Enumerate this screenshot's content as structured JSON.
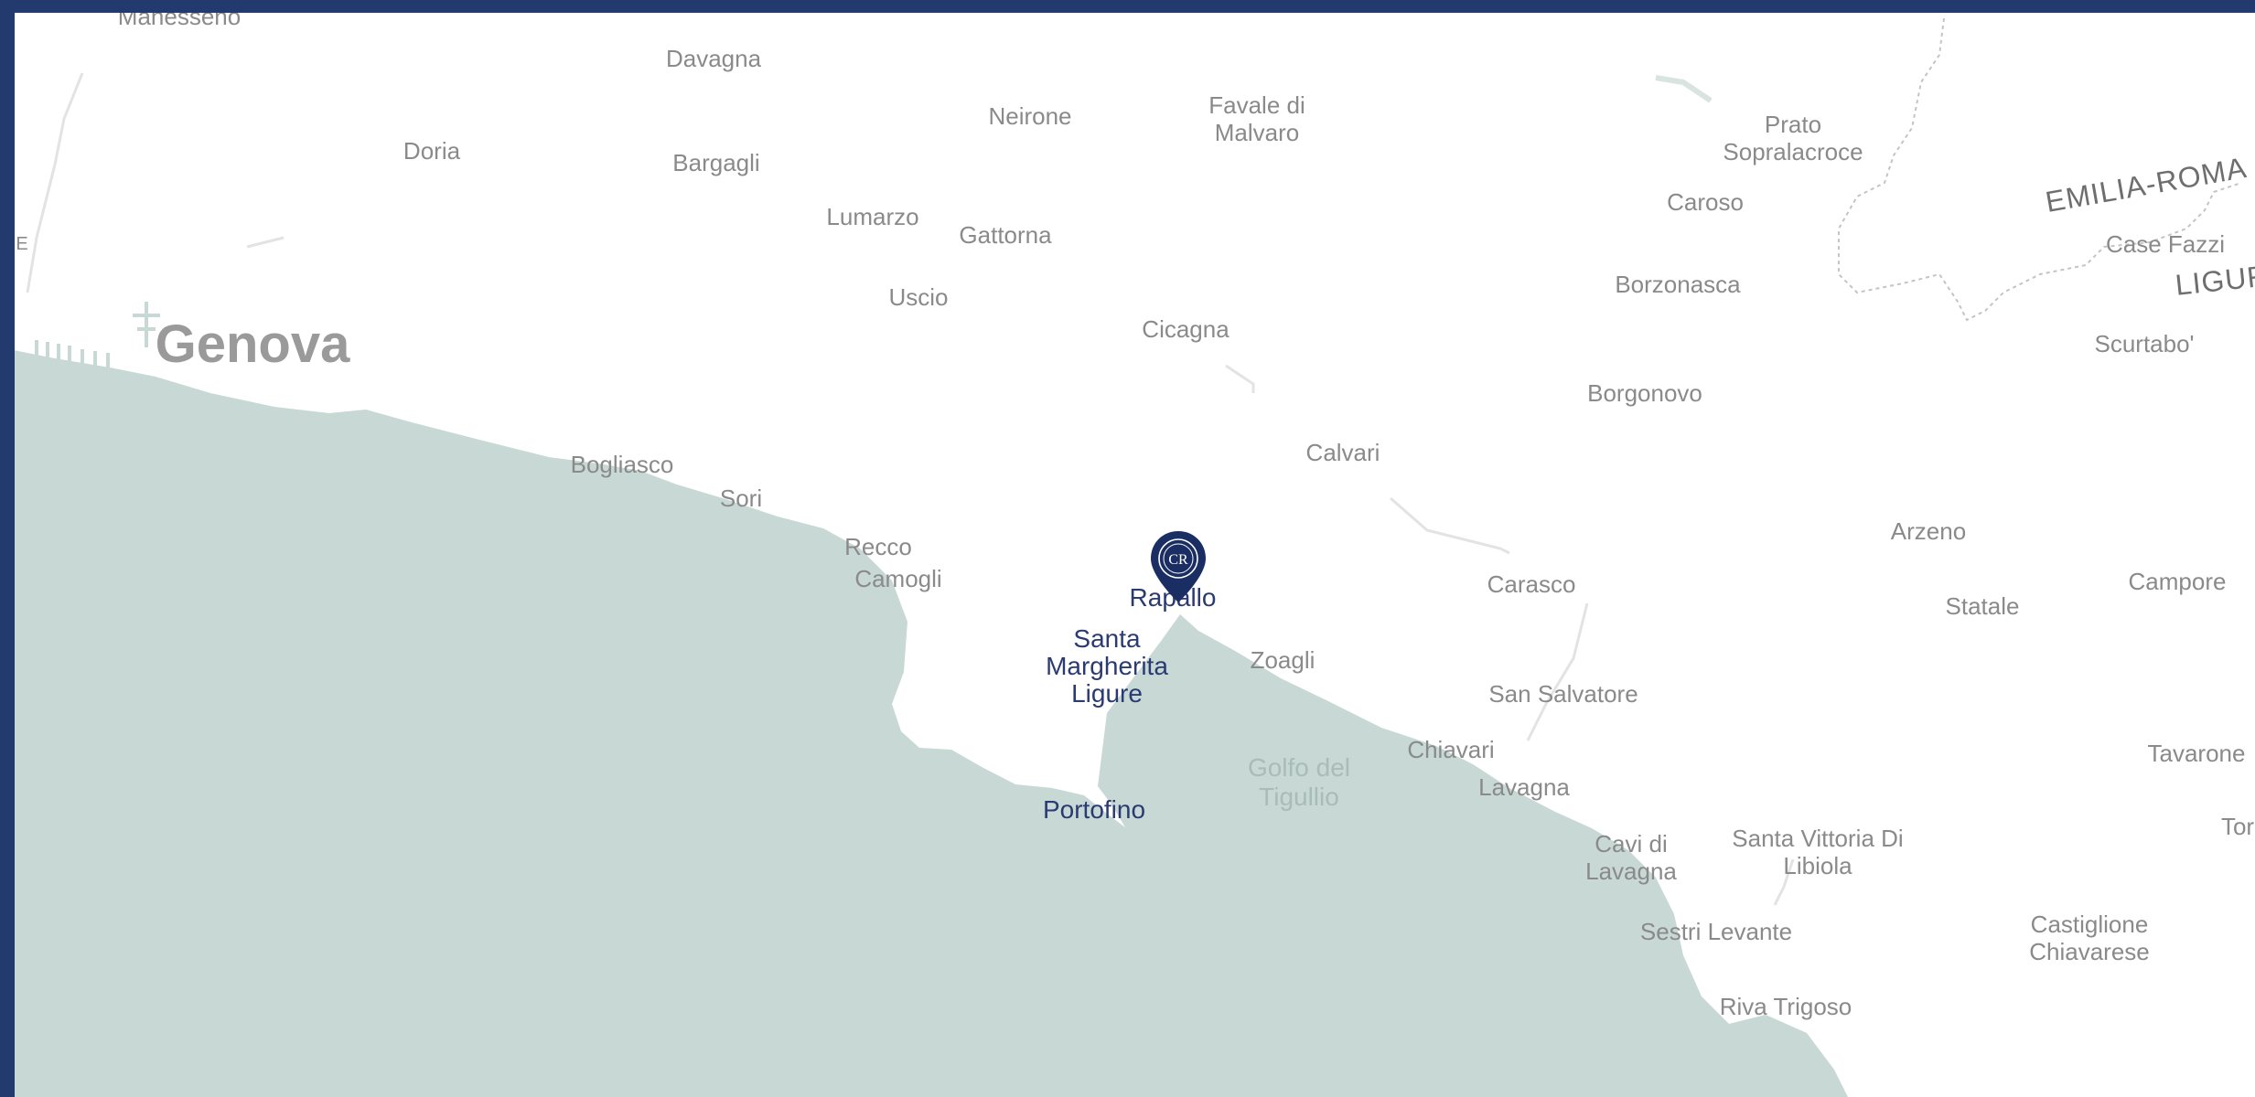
{
  "map": {
    "colors": {
      "sea": "#c8d8d4",
      "land": "#ffffff",
      "frame": "#233a6e",
      "highlight_text": "#2a3a72",
      "label_text": "#8a8a8a",
      "marker": "#1a2e63"
    },
    "marker": {
      "icon": "cr-logo-pin-icon",
      "place": "Rapallo"
    },
    "highlighted": [
      {
        "name": "Rapallo"
      },
      {
        "name": "Santa Margherita Ligure"
      },
      {
        "name": "Portofino"
      }
    ],
    "cities": [
      {
        "name": "Genova",
        "size": "big"
      }
    ],
    "regions": [
      "EMILIA-ROMA",
      "LIGURI"
    ],
    "sea_labels": [
      "Golfo del Tigullio"
    ],
    "places": [
      "Manesseno",
      "Davagna",
      "Doria",
      "Bargagli",
      "Neirone",
      "Favale di Malvaro",
      "Lumarzo",
      "Gattorna",
      "Uscio",
      "Cicagna",
      "Prato Sopralacroce",
      "Caroso",
      "Borzonasca",
      "Case Fazzi",
      "Scurtabo'",
      "Borgonovo",
      "Calvari",
      "Bogliasco",
      "Sori",
      "Recco",
      "Camogli",
      "Carasco",
      "Zoagli",
      "San Salvatore",
      "Chiavari",
      "Lavagna",
      "Arzeno",
      "Statale",
      "Campore",
      "Tavarone",
      "Tor",
      "Cavi di Lavagna",
      "Santa Vittoria Di Libiola",
      "Sestri Levante",
      "Castiglione Chiavarese",
      "Riva Trigoso",
      "E"
    ]
  }
}
